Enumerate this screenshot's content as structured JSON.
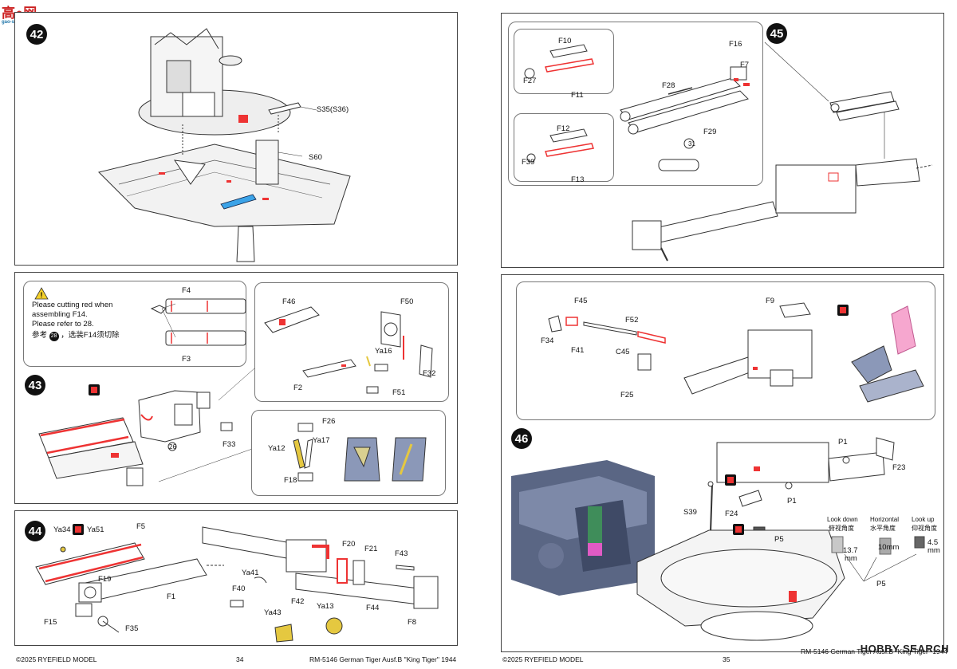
{
  "watermark": {
    "main": "高●网",
    "sub": "gao-shan.com"
  },
  "hobby_search": "HOBBY SEARCH",
  "steps": {
    "s42": "42",
    "s43": "43",
    "s44": "44",
    "s45": "45",
    "s46": "46"
  },
  "step42": {
    "labels": [
      "S35(S36)",
      "S60"
    ]
  },
  "step43": {
    "note_en": [
      "Please cutting red when",
      "assembling F14.",
      "Please refer to 28."
    ],
    "note_cn_prefix": "参考",
    "note_ref": "28",
    "note_cn_suffix": "，选装F14须切除",
    "labels": [
      "F4",
      "F3",
      "F46",
      "F50",
      "Ya16",
      "F2",
      "F51",
      "F32",
      "F33",
      "F26",
      "Ya17",
      "Ya12",
      "F18"
    ],
    "small_ref": "26"
  },
  "step44": {
    "labels": [
      "Ya34",
      "Ya51",
      "F5",
      "F19",
      "F1",
      "F15",
      "F35",
      "F20",
      "F21",
      "F43",
      "Ya41",
      "F40",
      "F42",
      "Ya13",
      "Ya43",
      "F44",
      "F8"
    ]
  },
  "step45": {
    "labels": [
      "F10",
      "F16",
      "F7",
      "F27",
      "F11",
      "F28",
      "F29",
      "F12",
      "F39",
      "F13"
    ],
    "small_ref": "31"
  },
  "step46": {
    "labels": [
      "F45",
      "F9",
      "F52",
      "F34",
      "F41",
      "C45",
      "F25",
      "P1",
      "F23",
      "S39",
      "F24",
      "P1",
      "P5",
      "P5"
    ],
    "angles": [
      {
        "en": "Look down",
        "cn": "俯视角度",
        "value": "13.7",
        "unit": "mm"
      },
      {
        "en": "Horizontal",
        "cn": "水平角度",
        "value": "10mm",
        "unit": ""
      },
      {
        "en": "Look up",
        "cn": "仰视角度",
        "value": "4.5",
        "unit": "mm"
      }
    ]
  },
  "footer": {
    "left_copy": "©2025 RYEFIELD MODEL",
    "left_page": "34",
    "left_title": "RM-5146 German Tiger Ausf.B \"King Tiger\" 1944",
    "right_copy": "©2025 RYEFIELD MODEL",
    "right_page": "35",
    "right_title": "RM-5146 German Tiger Ausf.B \"King Tiger\" 1944"
  }
}
